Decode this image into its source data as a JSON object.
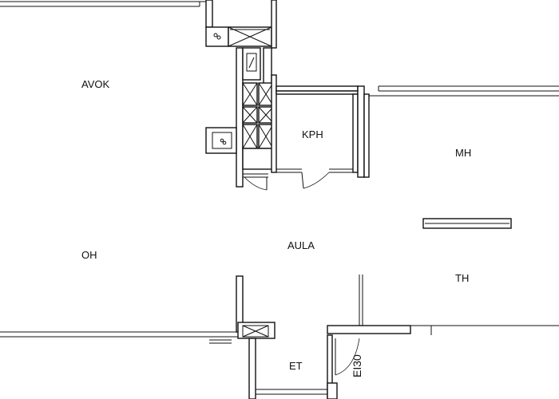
{
  "plan": {
    "rooms": {
      "avok": "AVOK",
      "kph": "KPH",
      "mh": "MH",
      "oh": "OH",
      "aula": "AULA",
      "th": "TH",
      "et": "ET"
    },
    "door_label": "EI30"
  },
  "colors": {
    "line": "#111111",
    "background": "#ffffff"
  }
}
